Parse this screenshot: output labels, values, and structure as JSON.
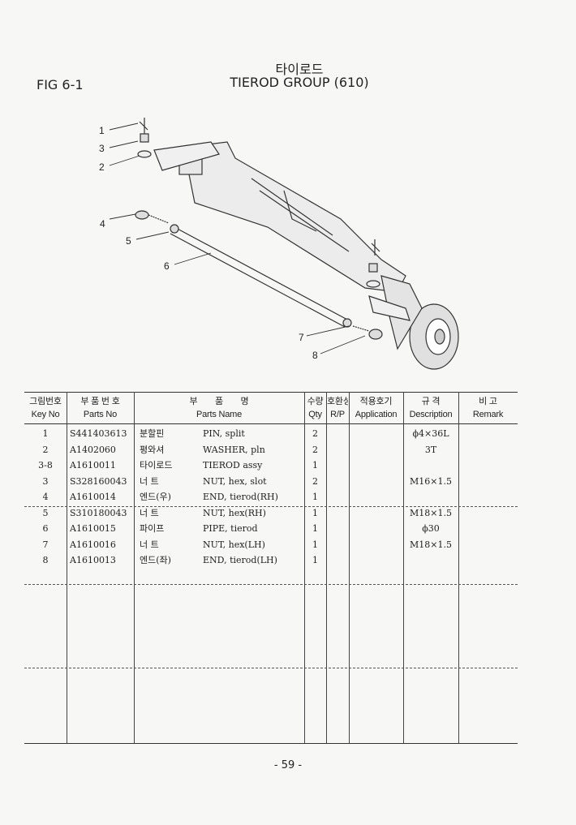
{
  "header": {
    "fig": "FIG 6-1",
    "title_ko": "타이로드",
    "title_en": "TIEROD GROUP (610)"
  },
  "diagram": {
    "callouts": [
      "1",
      "3",
      "2",
      "4",
      "5",
      "6",
      "7",
      "8"
    ]
  },
  "table": {
    "headers": [
      {
        "ko": "그림번호",
        "en": "Key No"
      },
      {
        "ko": "부 품 번 호",
        "en": "Parts No"
      },
      {
        "ko": "부　　품　　명",
        "en": "Parts Name"
      },
      {
        "ko": "수량",
        "en": "Qty"
      },
      {
        "ko": "호환성",
        "en": "R/P"
      },
      {
        "ko": "적용호기",
        "en": "Application"
      },
      {
        "ko": "규 격",
        "en": "Description"
      },
      {
        "ko": "비 고",
        "en": "Remark"
      }
    ],
    "rows": [
      {
        "key": "1",
        "part": "S441403613",
        "ko": "분할핀",
        "name": "PIN, split",
        "qty": "2",
        "desc": "ϕ4×36L"
      },
      {
        "key": "2",
        "part": "A1402060",
        "ko": "평와셔",
        "name": "WASHER, pln",
        "qty": "2",
        "desc": "3T"
      },
      {
        "key": "3-8",
        "part": "A1610011",
        "ko": "타이로드",
        "name": "TIEROD assy",
        "qty": "1",
        "desc": ""
      },
      {
        "key": "3",
        "part": "S328160043",
        "ko": "너 트",
        "name": "NUT, hex, slot",
        "qty": "2",
        "desc": "M16×1.5"
      },
      {
        "key": "4",
        "part": "A1610014",
        "ko": "엔드(우)",
        "name": "END, tierod(RH)",
        "qty": "1",
        "desc": ""
      },
      {
        "key": "5",
        "part": "S310180043",
        "ko": "너 트",
        "name": "NUT, hex(RH)",
        "qty": "1",
        "desc": "M18×1.5"
      },
      {
        "key": "6",
        "part": "A1610015",
        "ko": "파이프",
        "name": "PIPE, tierod",
        "qty": "1",
        "desc": "ϕ30"
      },
      {
        "key": "7",
        "part": "A1610016",
        "ko": "너 트",
        "name": "NUT, hex(LH)",
        "qty": "1",
        "desc": "M18×1.5"
      },
      {
        "key": "8",
        "part": "A1610013",
        "ko": "엔드(좌)",
        "name": "END, tierod(LH)",
        "qty": "1",
        "desc": ""
      }
    ]
  },
  "footer": {
    "page": "- 59 -"
  }
}
